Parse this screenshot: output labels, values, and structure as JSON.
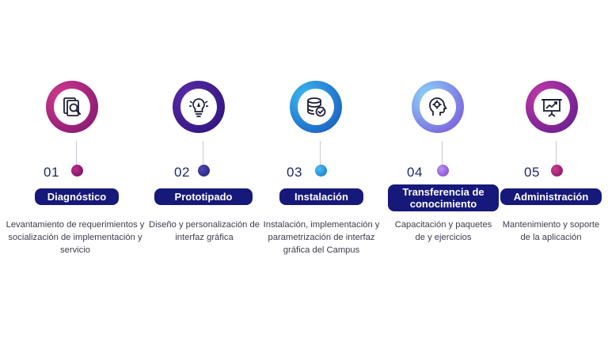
{
  "steps": [
    {
      "number": "01",
      "title": "Diagnóstico",
      "description": "Levantamiento de requerimientos y socialización de implementación y servicio",
      "icon": "document-search-icon",
      "ring_color": "#a01a7a",
      "dot_color": "#8a1a6c"
    },
    {
      "number": "02",
      "title": "Prototipado",
      "description": "Diseño y personalización de interfaz gráfica",
      "icon": "lightbulb-pencil-icon",
      "ring_color": "#3b1a8a",
      "dot_color": "#2a2a8a"
    },
    {
      "number": "03",
      "title": "Instalación",
      "description": "Instalación, implementación y parametrización de interfaz gráfica del Campus",
      "icon": "database-check-icon",
      "ring_color": "#1a6ad0",
      "dot_color": "#1e8ad8"
    },
    {
      "number": "04",
      "title": "Transferencia de conocimiento",
      "description": "Capacitación y paquetes de y ejercicios",
      "icon": "head-gear-icon",
      "ring_color": "#7a5ad8",
      "dot_color": "#8a6ae0"
    },
    {
      "number": "05",
      "title": "Administración",
      "description": "Mantenimiento y soporte de la aplicación",
      "icon": "presentation-chart-icon",
      "ring_color": "#8a1a8a",
      "dot_color": "#b01a7a"
    }
  ]
}
